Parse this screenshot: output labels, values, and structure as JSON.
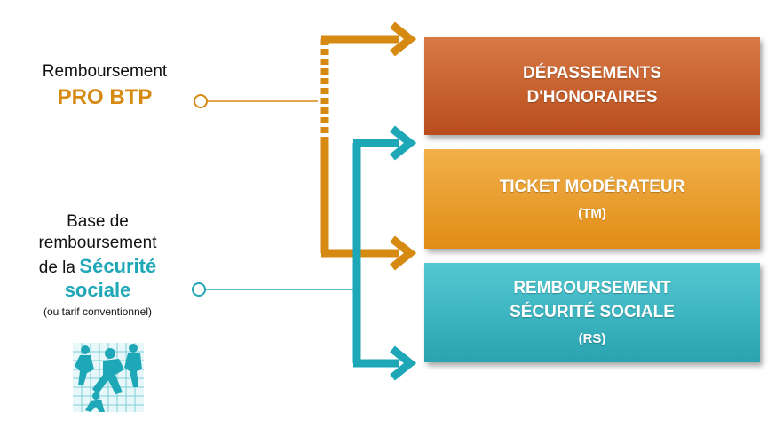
{
  "pro_btp": {
    "line1": "Remboursement",
    "brand": "PRO BTP"
  },
  "securite_sociale": {
    "line1": "Base de",
    "line2": "remboursement",
    "line3_prefix": "de la",
    "line3_accent": "Sécurité",
    "line4_accent": "sociale",
    "note": "(ou tarif conventionnel)"
  },
  "boxes": {
    "depassements": {
      "line1": "DÉPASSEMENTS",
      "line2": "D'HONORAIRES",
      "color": "#c2592a"
    },
    "ticket_moderateur": {
      "line1": "TICKET MODÉRATEUR",
      "abbr": "(TM)",
      "color": "#eb9c2c"
    },
    "remboursement_ss": {
      "line1": "REMBOURSEMENT",
      "line2": "SÉCURITÉ SOCIALE",
      "abbr": "(RS)",
      "color": "#3bb6c2"
    }
  },
  "colors": {
    "pro_btp_orange": "#d68a12",
    "ss_teal": "#1ea7b7"
  },
  "icons": [
    "securite-sociale-logo"
  ]
}
